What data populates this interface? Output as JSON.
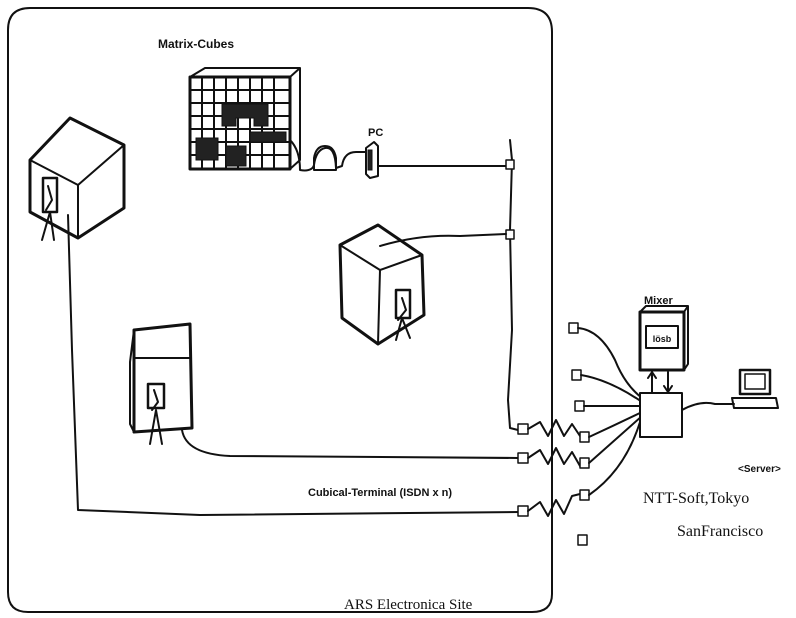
{
  "labels": {
    "matrix_cubes": "Matrix-Cubes",
    "pc": "PC",
    "mixer": "Mixer",
    "mixer_screen": "lösb",
    "cubical_terminal": "Cubical-Terminal (ISDN x n)",
    "server_tag": "<Server>",
    "server_location_1": "NTT-Soft,Tokyo",
    "server_location_2": "SanFrancisco",
    "site_name": "ARS Electronica Site"
  },
  "icons": [
    "matrix-cubes-icon",
    "pc-tower-icon",
    "cubicle-icon",
    "mixer-icon",
    "server-computer-icon",
    "isdn-connector-icon"
  ],
  "colors": {
    "ink": "#111111",
    "background": "#ffffff"
  }
}
